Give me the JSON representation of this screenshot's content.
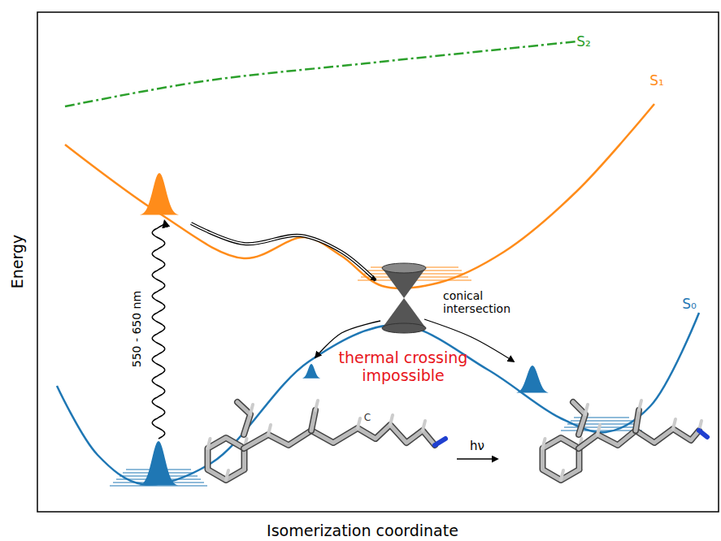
{
  "diagram": {
    "labels": [
      "S₂",
      "S₁",
      "S₀",
      "Energy",
      "550 - 650 nm",
      "conical intersection",
      "thermal crossing impossible",
      "C",
      "hν",
      "Isomerization coordinate"
    ]
  }
}
